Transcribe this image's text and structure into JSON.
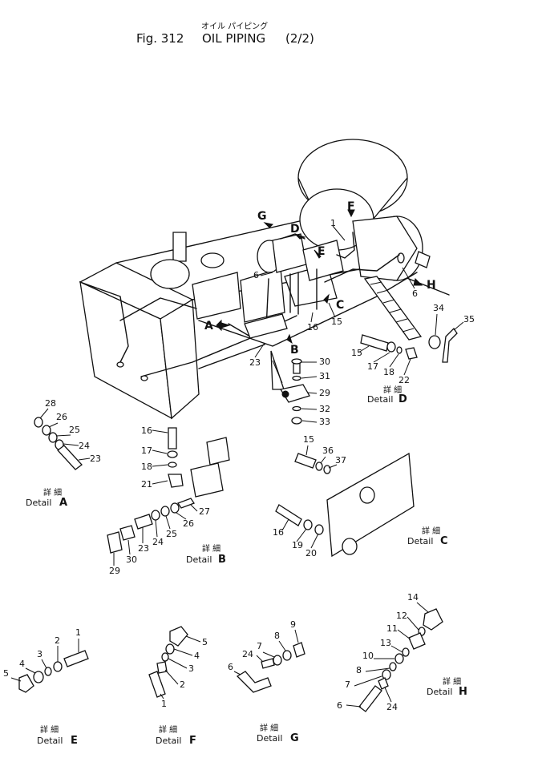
{
  "header": {
    "title_jp": "オイル パイピング",
    "fig_label": "Fig. 312",
    "title_en": "OIL PIPING",
    "sheet": "(2/2)"
  },
  "detail_word": "Detail",
  "detail_word_jp": "詳 細",
  "main_view_letters": [
    "A",
    "B",
    "C",
    "D",
    "E",
    "F",
    "G",
    "H"
  ],
  "details": [
    {
      "letter": "A",
      "part_numbers": [
        "28",
        "26",
        "25",
        "24",
        "23"
      ]
    },
    {
      "letter": "B",
      "part_numbers": [
        "16",
        "17",
        "18",
        "21",
        "27",
        "26",
        "25",
        "24",
        "23",
        "30",
        "29"
      ]
    },
    {
      "letter": "C",
      "part_numbers": [
        "15",
        "36",
        "37",
        "16",
        "19",
        "20"
      ]
    },
    {
      "letter": "D",
      "part_numbers": [
        "30",
        "31",
        "29",
        "32",
        "33",
        "15",
        "17",
        "18",
        "22",
        "34",
        "35"
      ]
    },
    {
      "letter": "E",
      "part_numbers": [
        "1",
        "2",
        "3",
        "4",
        "5"
      ]
    },
    {
      "letter": "F",
      "part_numbers": [
        "5",
        "4",
        "3",
        "2",
        "1"
      ]
    },
    {
      "letter": "G",
      "part_numbers": [
        "9",
        "8",
        "7",
        "24",
        "6"
      ]
    },
    {
      "letter": "H",
      "part_numbers": [
        "14",
        "12",
        "11",
        "13",
        "10",
        "8",
        "7",
        "6",
        "24"
      ]
    }
  ],
  "main_view_part_numbers": [
    "1",
    "6",
    "6",
    "23",
    "16",
    "15"
  ]
}
